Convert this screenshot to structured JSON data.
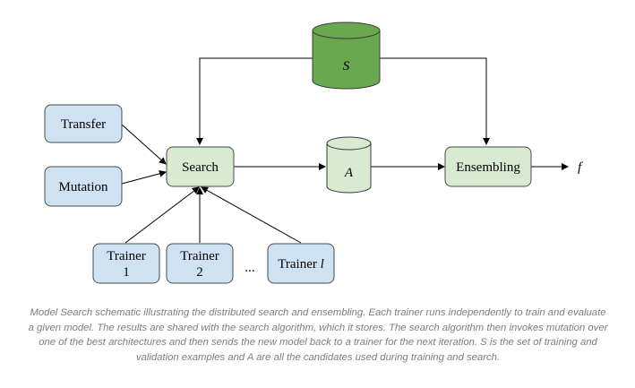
{
  "colors": {
    "blue_fill": "#cfe2f3",
    "blue_stroke": "#4a4a4a",
    "green_fill": "#d9ead3",
    "dark_green_fill": "#6aa84f",
    "caption_color": "#7d7d7d"
  },
  "nodes": {
    "transfer": "Transfer",
    "mutation": "Mutation",
    "search": "Search",
    "ensembling": "Ensembling",
    "trainer1_line1": "Trainer",
    "trainer1_line2": "1",
    "trainer2_line1": "Trainer",
    "trainer2_line2": "2",
    "trainer_l_prefix": "Trainer ",
    "trainer_l_var": "l",
    "ellipsis": "...",
    "store_s": "S",
    "store_a": "A",
    "output_f": "f"
  },
  "caption": "Model Search schematic illustrating the distributed search and ensembling. Each trainer runs independently to train and evaluate a given model. The results are shared with the search algorithm, which it stores. The search algorithm then invokes mutation over one of the best architectures and then sends the new model back to a trainer for the next iteration. S is the set of training and validation examples and A are all the candidates used during training and search."
}
